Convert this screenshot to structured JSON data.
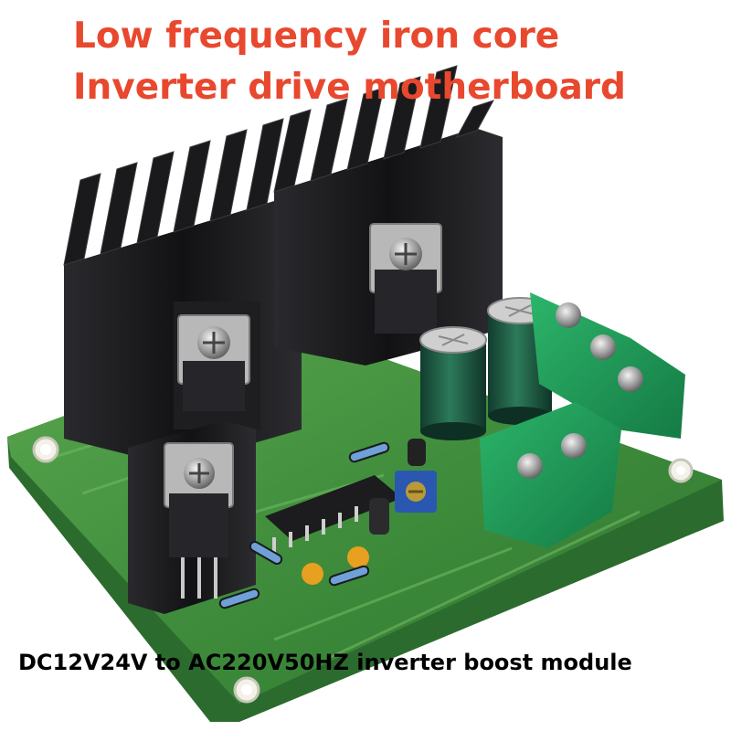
{
  "title": {
    "line1": "Low frequency iron core",
    "line2": "Inverter drive motherboard"
  },
  "caption": "DC12V24V to AC220V50HZ inverter boost module",
  "colors": {
    "title": "#e8482e",
    "caption": "#000000",
    "pcb": "#3d8a3a",
    "heatsink": "#1b1b1d",
    "terminal": "#1f9a5a",
    "capacitor": "#1f5a45",
    "potentiometer": "#2a58b0"
  }
}
